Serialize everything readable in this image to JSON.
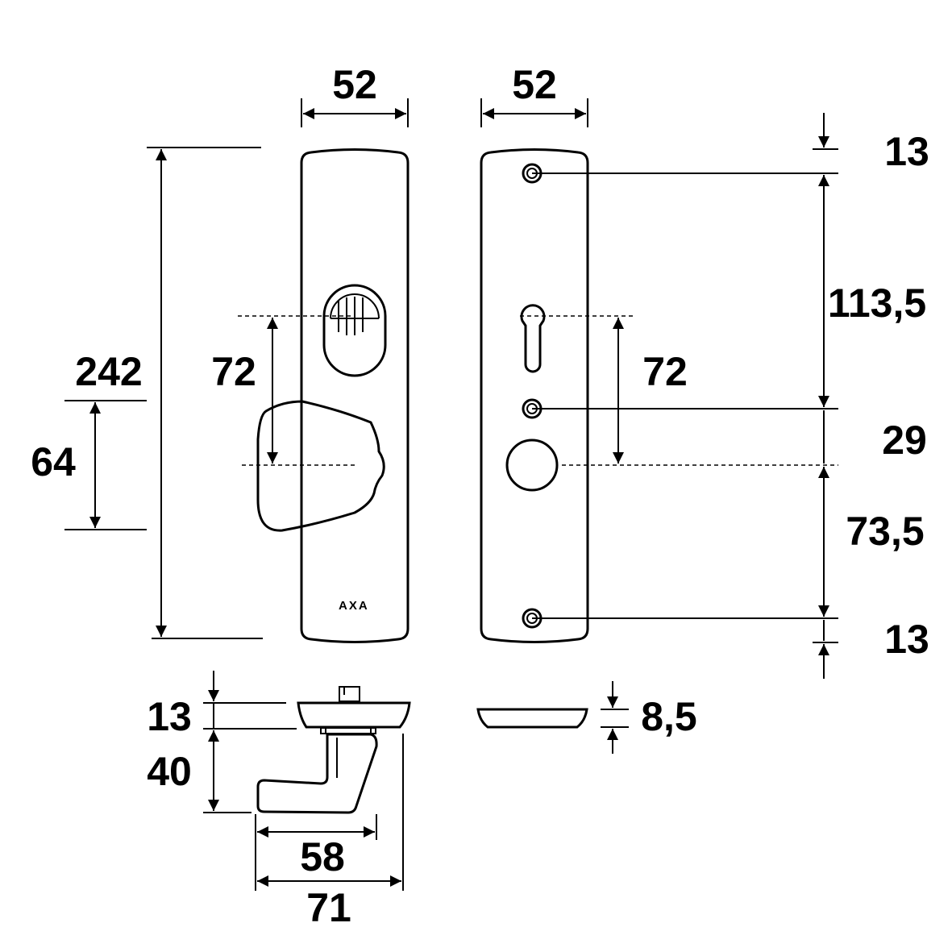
{
  "brand_label": "AXA",
  "dimensions": {
    "front_width": "52",
    "back_width": "52",
    "total_height": "242",
    "handle_height": "64",
    "front_center_distance": "72",
    "back_center_distance": "72",
    "top_screw_offset": "13",
    "screw_to_screw": "113,5",
    "screw_to_spindle": "29",
    "spindle_to_bottom_screw": "73,5",
    "bottom_screw_offset": "13",
    "rose_thickness": "13",
    "handle_projection": "40",
    "handle_length": "58",
    "handle_total_length": "71",
    "back_plate_thickness": "8,5"
  }
}
